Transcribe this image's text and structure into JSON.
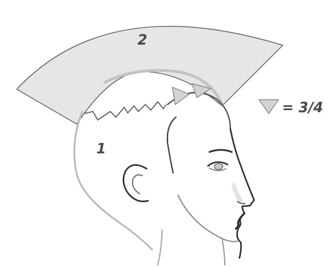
{
  "labels": {
    "region_1": "1",
    "region_2": "2",
    "legend_value": "= 3/4"
  },
  "icons": {
    "section_marker": "triangle-marker-icon",
    "head_profile": "head-profile-illustration"
  },
  "colors": {
    "fan_fill": "#e6e6e6",
    "fan_stroke": "#5a5a5a",
    "line": "#2e2e2e",
    "light_line": "#b8b8b8",
    "marker_fill": "#d3d3d3",
    "marker_stroke": "#8a8a8a",
    "label": "#4a4a4a"
  }
}
